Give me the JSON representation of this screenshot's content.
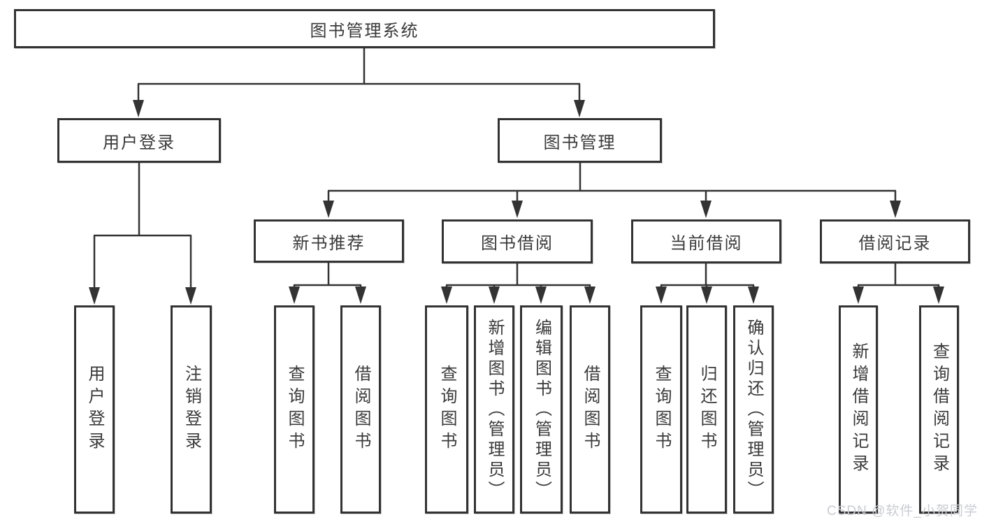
{
  "diagram": {
    "root": {
      "label": "图书管理系统"
    },
    "branches": [
      {
        "label": "用户登录",
        "children": [
          "用户登录",
          "注销登录"
        ]
      },
      {
        "label": "图书管理",
        "groups": [
          {
            "label": "新书推荐",
            "children": [
              "查询图书",
              "借阅图书"
            ]
          },
          {
            "label": "图书借阅",
            "children": [
              "查询图书",
              "新增图书（管理员）",
              "编辑图书（管理员）",
              "借阅图书"
            ]
          },
          {
            "label": "当前借阅",
            "children": [
              "查询图书",
              "归还图书",
              "确认归还（管理员）"
            ]
          },
          {
            "label": "借阅记录",
            "children": [
              "新增借阅记录",
              "查询借阅记录"
            ]
          }
        ]
      }
    ]
  },
  "watermark": {
    "text": "CSDN @软件_小贺同学"
  },
  "colors": {
    "line": "#333333",
    "text": "#3a3a3a",
    "background": "#ffffff",
    "watermark_text": "#c9ccd2"
  }
}
